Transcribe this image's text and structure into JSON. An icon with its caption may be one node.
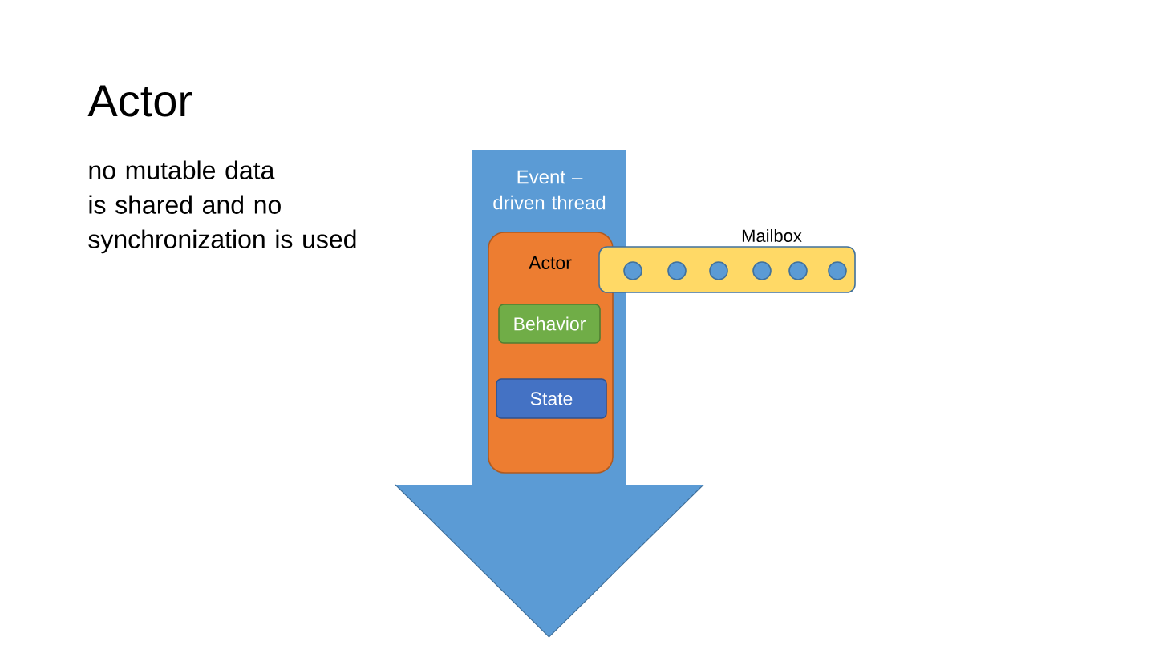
{
  "diagram": {
    "title": "Actor",
    "nodes": [
      {
        "text": [
          "Event –driven thread"
        ]
      },
      {
        "text": [
          "Actor"
        ],
        "in": 0
      },
      {
        "text": [
          "Behavior"
        ],
        "in": 1
      },
      {
        "text": [
          "State"
        ],
        "in": 1
      },
      {
        "text": [
          "Mailbox"
        ]
      },
      {
        "text": [],
        "shape": "circle",
        "in": 4
      },
      {
        "text": [],
        "shape": "circle",
        "in": 4
      },
      {
        "text": [],
        "shape": "circle",
        "in": 4
      },
      {
        "text": [],
        "shape": "circle",
        "in": 4
      },
      {
        "text": [],
        "shape": "circle",
        "in": 4
      },
      {
        "text": [],
        "shape": "circle",
        "in": 4
      }
    ],
    "labels": [
      "no mutable data is shared and no synchronization is used"
    ]
  }
}
